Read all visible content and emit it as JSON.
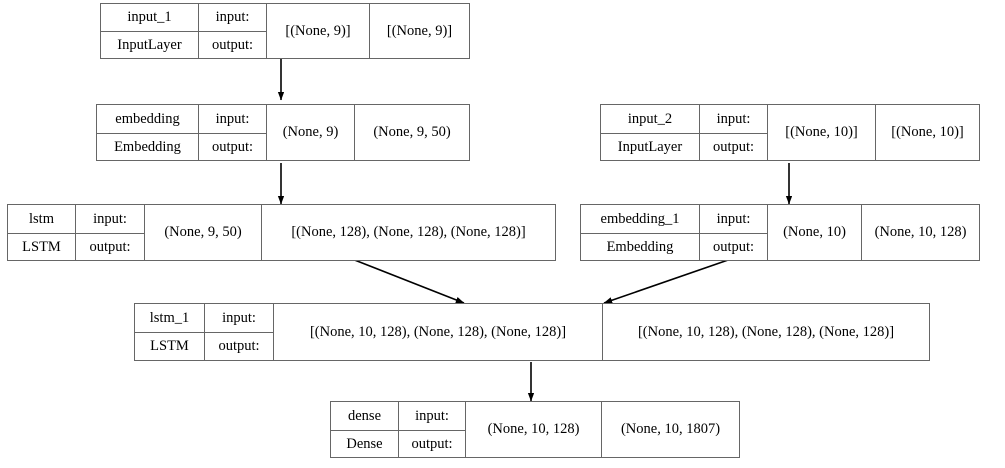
{
  "diagram": {
    "title": "Keras functional model graph",
    "type": "layer-graph",
    "background_color": "#ffffff",
    "border_color": "#666666",
    "text_color": "#000000",
    "arrow_color": "#000000",
    "io_labels": {
      "input": "input:",
      "output": "output:"
    },
    "nodes": [
      {
        "id": "input_1",
        "name": "input_1",
        "class_name": "InputLayer",
        "input_shape": "[(None, 9)]",
        "output_shape": "[(None, 9)]"
      },
      {
        "id": "embedding",
        "name": "embedding",
        "class_name": "Embedding",
        "input_shape": "(None, 9)",
        "output_shape": "(None, 9, 50)"
      },
      {
        "id": "lstm",
        "name": "lstm",
        "class_name": "LSTM",
        "input_shape": "(None, 9, 50)",
        "output_shape": "[(None, 128), (None, 128), (None, 128)]"
      },
      {
        "id": "input_2",
        "name": "input_2",
        "class_name": "InputLayer",
        "input_shape": "[(None, 10)]",
        "output_shape": "[(None, 10)]"
      },
      {
        "id": "embedding_1",
        "name": "embedding_1",
        "class_name": "Embedding",
        "input_shape": "(None, 10)",
        "output_shape": "(None, 10, 128)"
      },
      {
        "id": "lstm_1",
        "name": "lstm_1",
        "class_name": "LSTM",
        "input_shape": "[(None, 10, 128), (None, 128), (None, 128)]",
        "output_shape": "[(None, 10, 128), (None, 128), (None, 128)]"
      },
      {
        "id": "dense",
        "name": "dense",
        "class_name": "Dense",
        "input_shape": "(None, 10, 128)",
        "output_shape": "(None, 10, 1807)"
      }
    ],
    "edges": [
      {
        "from": "input_1",
        "to": "embedding",
        "kind": "vertical"
      },
      {
        "from": "embedding",
        "to": "lstm",
        "kind": "vertical"
      },
      {
        "from": "input_2",
        "to": "embedding_1",
        "kind": "vertical"
      },
      {
        "from": "lstm",
        "to": "lstm_1",
        "kind": "diagonal"
      },
      {
        "from": "embedding_1",
        "to": "lstm_1",
        "kind": "diagonal"
      },
      {
        "from": "lstm_1",
        "to": "dense",
        "kind": "vertical"
      }
    ]
  }
}
